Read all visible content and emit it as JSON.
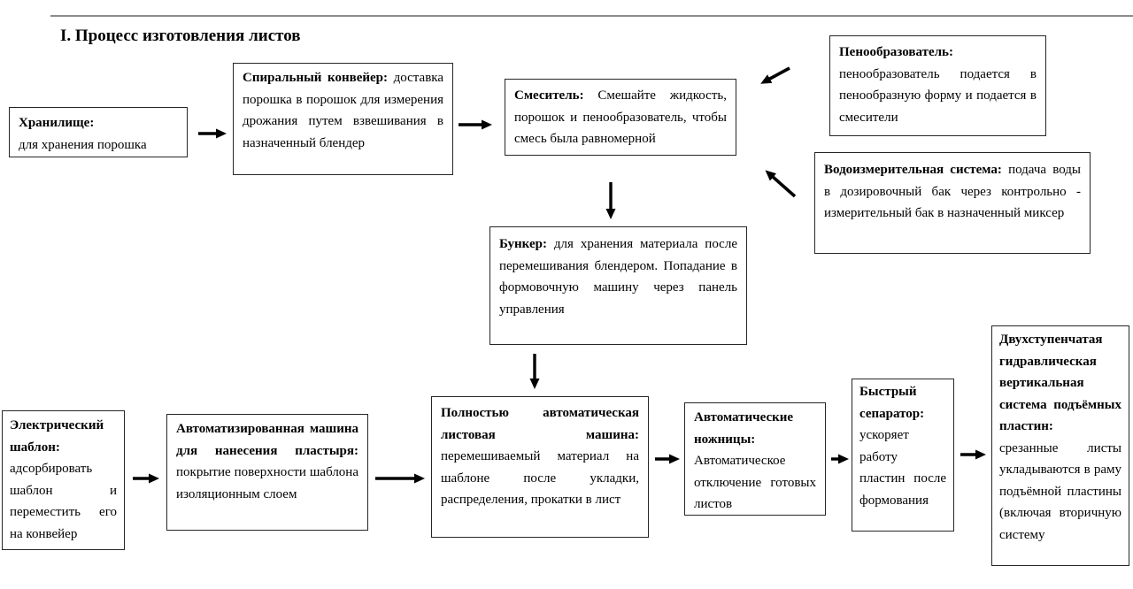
{
  "title": "I. Процесс изготовления листов",
  "boxes": {
    "storage": {
      "title": "Хранилище:",
      "body": "для хранения порошка"
    },
    "spiral_conveyor": {
      "title": "Спиральный конвейер:",
      "body": "доставка порошка в порошок для измерения дрожания путем взвешивания в назначенный блендер"
    },
    "mixer": {
      "title": "Смеситель:",
      "body": "Смешайте жидкость, порошок и пенообразователь, чтобы смесь была равномерной"
    },
    "foaming_agent": {
      "title": "Пенообразователь:",
      "body": "пенообразователь подается в пенообразную форму и подается в смесители"
    },
    "water_metering": {
      "title": "Водоизмерительная система:",
      "body": "подача воды в дозировочный бак через контрольно - измерительный бак в назначенный миксер"
    },
    "hopper": {
      "title": "Бункер:",
      "body": "для хранения материала после перемешивания блендером. Попадание в формовочную машину через панель управления"
    },
    "electric_template": {
      "title": "Электрический шаблон:",
      "body": "адсорбировать шаблон и переместить его на конвейер"
    },
    "paster_machine": {
      "title": "Автоматизированная машина для нанесения пластыря:",
      "body": "покрытие поверхности шаблона изоляционным слоем"
    },
    "sheet_machine": {
      "title": "Полностью автоматическая листовая машина:",
      "body": "перемешиваемый материал на шаблоне после укладки, распределения, прокатки в лист"
    },
    "auto_scissors": {
      "title": "Автоматические ножницы:",
      "body": "Автоматическое отключение готовых листов"
    },
    "fast_separator": {
      "title": "Быстрый сепаратор:",
      "body": "ускоряет работу пластин после формования"
    },
    "hydraulic_system": {
      "title": "Двухступенчатая гидравлическая вертикальная система подъёмных пластин:",
      "body": "срезанные листы укладываются в раму подъёмной пластины (включая вторичную систему"
    }
  },
  "arrows": [
    {
      "from": "storage",
      "to": "spiral_conveyor",
      "direction": "right"
    },
    {
      "from": "spiral_conveyor",
      "to": "mixer",
      "direction": "right"
    },
    {
      "from": "foaming_agent",
      "to": "mixer",
      "direction": "down-left"
    },
    {
      "from": "water_metering",
      "to": "mixer",
      "direction": "up-left"
    },
    {
      "from": "mixer",
      "to": "hopper",
      "direction": "down"
    },
    {
      "from": "hopper",
      "to": "sheet_machine",
      "direction": "down"
    },
    {
      "from": "electric_template",
      "to": "paster_machine",
      "direction": "right"
    },
    {
      "from": "paster_machine",
      "to": "sheet_machine",
      "direction": "right"
    },
    {
      "from": "sheet_machine",
      "to": "auto_scissors",
      "direction": "right"
    },
    {
      "from": "auto_scissors",
      "to": "fast_separator",
      "direction": "right"
    },
    {
      "from": "fast_separator",
      "to": "hydraulic_system",
      "direction": "right"
    }
  ],
  "colors": {
    "text": "#000000",
    "box_border": "#262626",
    "arrow": "#000000",
    "top_rule": "#8c8c8c",
    "background": "#ffffff"
  }
}
